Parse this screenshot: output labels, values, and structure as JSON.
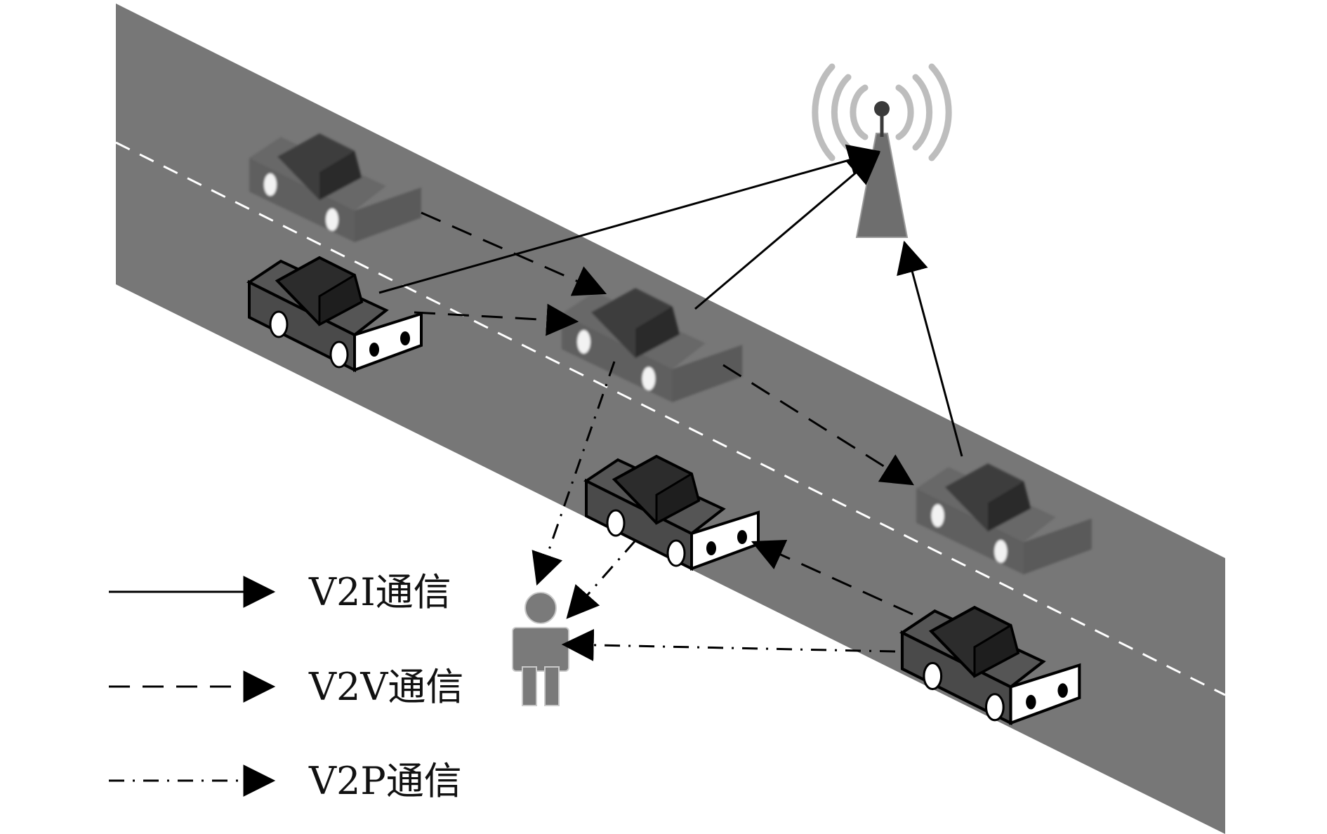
{
  "legend": {
    "v2i": "V2I通信",
    "v2v": "V2V通信",
    "v2p": "V2P通信"
  },
  "colors": {
    "road": "#777777",
    "lane_marking": "#ffffff",
    "tower": "#6e6e6e",
    "signal_waves": "#bdbdbd",
    "pedestrian": "#7a7a7a",
    "arrow": "#000000"
  },
  "icons": [
    "road",
    "car",
    "faded-car",
    "cell-tower-icon",
    "signal-waves-icon",
    "pedestrian-icon"
  ]
}
